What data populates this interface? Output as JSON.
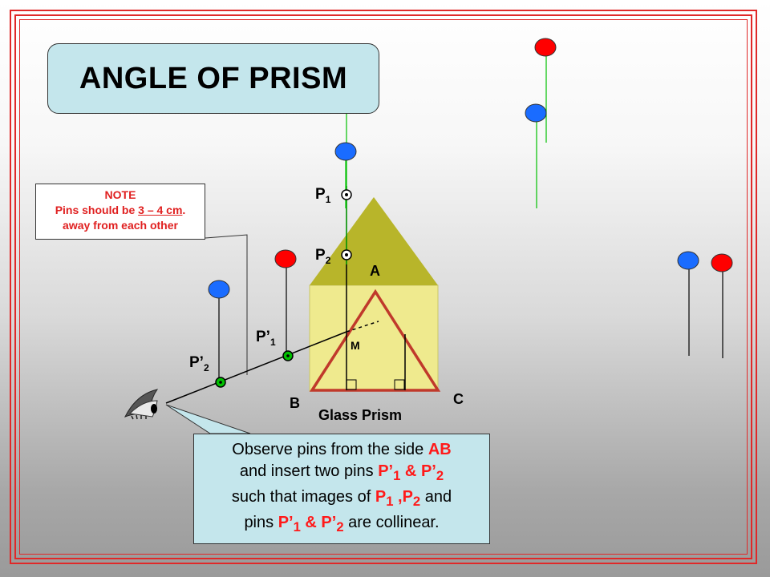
{
  "title": "ANGLE OF PRISM",
  "note": {
    "heading": "NOTE",
    "line1_before": "Pins should be ",
    "line1_underlined": "3 – 4 cm",
    "line1_after": ".",
    "line2": "away from each other"
  },
  "labels": {
    "p1_base": "P",
    "p1_sub": "1",
    "p2_base": "P",
    "p2_sub": "2",
    "p1_prime_base": "P’",
    "p1_prime_sub": "1",
    "p2_prime_base": "P’",
    "p2_prime_sub": "2",
    "vertex_a": "A",
    "vertex_b": "B",
    "vertex_c": "C",
    "point_m": "M",
    "prism": "Glass Prism"
  },
  "observe": {
    "t1": "Observe pins from the side ",
    "ab": "AB",
    "t2": "and insert two pins ",
    "p1": "P’",
    "s1": "1",
    "amp1": " & ",
    "p2": "P’",
    "s2": "2",
    "t3": "such that images of ",
    "q1": "P",
    "qs1": "1",
    "comma": " ,",
    "q2": "P",
    "qs2": "2",
    "t4": " and",
    "t5": "pins ",
    "r1": "P’",
    "rs1": "1",
    "amp2": " & ",
    "r2": "P’",
    "rs2": "2",
    "t6": " are collinear."
  },
  "colors": {
    "frame": "#e02828",
    "pin_red": "#ff0000",
    "pin_blue": "#1a6cff",
    "prism_face": "#efea8e",
    "prism_top": "#b8b52a",
    "triangle": "#c0392b",
    "ray_green": "#00c000",
    "box_fill": "#c4e6ec"
  }
}
